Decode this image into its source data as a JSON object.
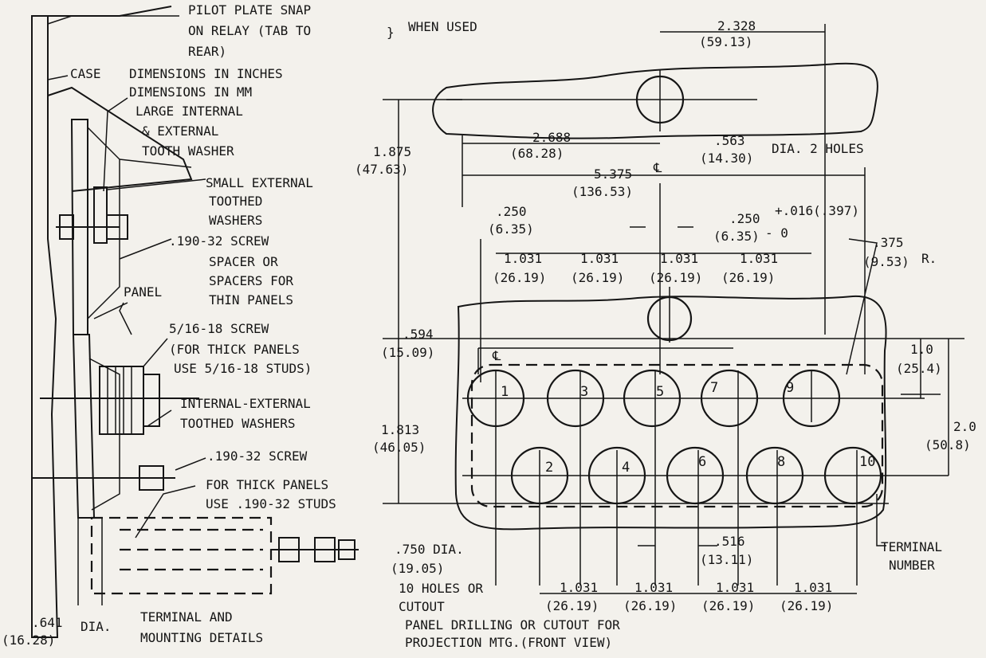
{
  "labels": {
    "pilot_plate_1": "PILOT PLATE SNAP",
    "pilot_plate_2": "ON RELAY (TAB TO",
    "pilot_plate_3": "REAR)",
    "when_used": "WHEN USED",
    "case": "CASE",
    "dim_inches": "DIMENSIONS IN INCHES",
    "dim_mm": "DIMENSIONS IN MM",
    "large_washer_1": "LARGE INTERNAL",
    "large_washer_2": "& EXTERNAL",
    "large_washer_3": "TOOTH WASHER",
    "small_washer_1": "SMALL EXTERNAL",
    "small_washer_2": "TOOTHED",
    "small_washer_3": "WASHERS",
    "screw_190_top": ".190-32 SCREW",
    "spacer_1": "SPACER OR",
    "spacer_2": "SPACERS FOR",
    "spacer_3": "THIN PANELS",
    "panel": "PANEL",
    "screw_516_1": "5/16-18 SCREW",
    "screw_516_2": "(FOR THICK PANELS",
    "screw_516_3": "USE 5/16-18 STUDS)",
    "int_ext_1": "INTERNAL-EXTERNAL",
    "int_ext_2": "TOOTHED WASHERS",
    "screw_190_bottom": ".190-32 SCREW",
    "thick_panels_1": "FOR THICK PANELS",
    "thick_panels_2": "USE .190-32 STUDS",
    "terminal_details_1": "TERMINAL AND",
    "terminal_details_2": "MOUNTING DETAILS",
    "dia_left": "DIA.",
    "dia_2_holes": "DIA. 2 HOLES",
    "r_label": "R.",
    "hole_dia": ".750 DIA.",
    "hole_dia_mm": "(19.05)",
    "ten_holes_1": "10 HOLES OR",
    "ten_holes_2": "CUTOUT",
    "terminal_number_1": "TERMINAL",
    "terminal_number_2": "NUMBER",
    "panel_drilling_1": "PANEL DRILLING OR CUTOUT FOR",
    "panel_drilling_2": "PROJECTION MTG.(FRONT VIEW)",
    "centerline_1": "℄",
    "centerline_2": "℄"
  },
  "dimensions": {
    "d2328_in": "2.328",
    "d2328_mm": "(59.13)",
    "d2688_in": "2.688",
    "d2688_mm": "(68.28)",
    "d5375_in": "5.375",
    "d5375_mm": "(136.53)",
    "d563_in": ".563",
    "d563_mm": "(14.30)",
    "d1875_in": "1.875",
    "d1875_mm": "(47.63)",
    "d250a_in": ".250",
    "d250a_mm": "(6.35)",
    "d250b_in": ".250",
    "d250b_mm": "(6.35)",
    "tol_plus": "+.016(.397)",
    "tol_minus": "- 0",
    "d375_in": ".375",
    "d375_mm": "(9.53)",
    "d594_in": ".594",
    "d594_mm": "(15.09)",
    "d1813_in": "1.813",
    "d1813_mm": "(46.05)",
    "d10_in": "1.0",
    "d10_mm": "(25.4)",
    "d20_in": "2.0",
    "d20_mm": "(50.8)",
    "d516_in": ".516",
    "d516_mm": "(13.11)",
    "d641_in": ".641",
    "d641_mm": "(16.28)",
    "top_pitch": [
      {
        "in": "1.031",
        "mm": "(26.19)"
      },
      {
        "in": "1.031",
        "mm": "(26.19)"
      },
      {
        "in": "1.031",
        "mm": "(26.19)"
      },
      {
        "in": "1.031",
        "mm": "(26.19)"
      }
    ],
    "bottom_pitch": [
      {
        "in": "1.031",
        "mm": "(26.19)"
      },
      {
        "in": "1.031",
        "mm": "(26.19)"
      },
      {
        "in": "1.031",
        "mm": "(26.19)"
      },
      {
        "in": "1.031",
        "mm": "(26.19)"
      }
    ]
  },
  "terminals": [
    "1",
    "2",
    "3",
    "4",
    "5",
    "6",
    "7",
    "8",
    "9",
    "10"
  ]
}
